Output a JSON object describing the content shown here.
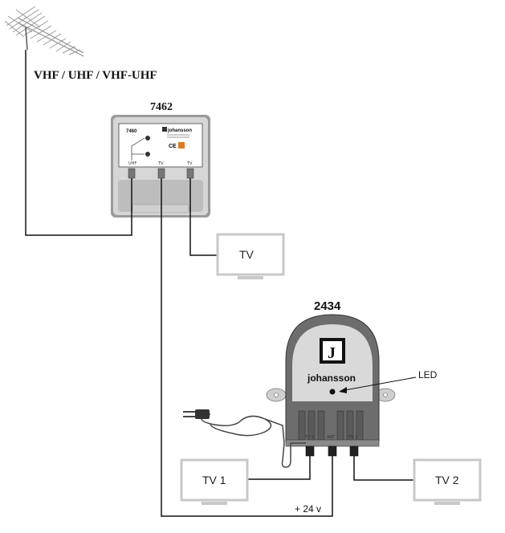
{
  "antenna": {
    "label": "VHF / UHF / VHF-UHF"
  },
  "amp_7462": {
    "model": "7462",
    "panel_model": "7460",
    "brand": "johansson",
    "ce_mark": "CE",
    "port_labels": [
      "UHF",
      "TV",
      "TV"
    ]
  },
  "tv_main": {
    "label": "TV"
  },
  "amp_2434": {
    "model": "2434",
    "logo_letter": "J",
    "brand": "johansson",
    "led_label": "LED",
    "port_labels": [
      "TV 1",
      "ANT",
      "TV 2"
    ]
  },
  "tv_1": {
    "label": "TV 1"
  },
  "tv_2": {
    "label": "TV 2"
  },
  "power": {
    "label": "+ 24 v"
  },
  "colors": {
    "line": "#111111",
    "tv_border": "#c8c8c8",
    "housing_dark": "#6d6d6d",
    "housing_light": "#d8d8d8"
  }
}
